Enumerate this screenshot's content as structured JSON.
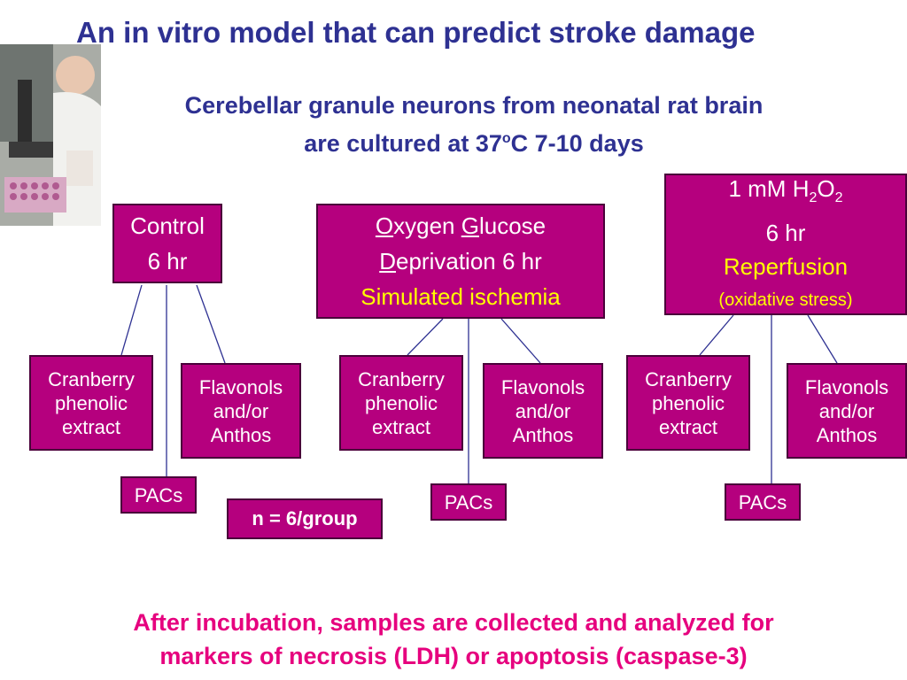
{
  "title": "An in vitro model that can predict stroke damage",
  "subtitle": {
    "line1": "Cerebellar granule neurons from neonatal rat brain",
    "line2_prefix": "are cultured at 37",
    "line2_sup": "o",
    "line2_suffix": "C 7-10 days"
  },
  "conditions": {
    "control": {
      "line1": "Control",
      "line2": "6 hr"
    },
    "ogd": {
      "o_letter": "O",
      "o_rest": "xygen ",
      "g_letter": "G",
      "g_rest": "lucose",
      "d_letter": "D",
      "d_rest": "eprivation 6 hr",
      "subtitle": "Simulated ischemia"
    },
    "h2o2": {
      "prefix": "1 mM H",
      "sub1": "2",
      "mid": "O",
      "sub2": "2",
      "line2": "6 hr",
      "line3": "Reperfusion",
      "line4": "(oxidative stress)"
    }
  },
  "treatments": {
    "cranberry": {
      "line1": "Cranberry",
      "line2": "phenolic",
      "line3": "extract"
    },
    "flavonols": {
      "line1": "Flavonols",
      "line2": "and/or",
      "line3": "Anthos"
    },
    "pacs": "PACs"
  },
  "n_label": "n = 6/group",
  "footer": {
    "line1": "After incubation, samples are collected and analyzed for",
    "line2": "markers of  necrosis (LDH) or apoptosis (caspase-3)"
  },
  "colors": {
    "title": "#2e3192",
    "box_fill": "#b5007e",
    "highlight": "#ffff00",
    "footer": "#e6007e"
  },
  "icons": {
    "photo": "lab-scientist-microscope-photo"
  }
}
